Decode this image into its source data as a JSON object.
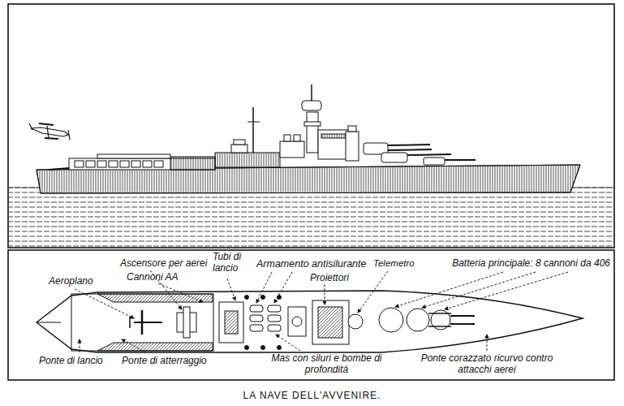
{
  "diagram": {
    "caption": "LA NAVE DELL'AVVENIRE.",
    "labels": [
      "Ascensore per aerei",
      "Tubi di lancio",
      "Armamento antisilurante",
      "Telemetro",
      "Batteria principale: 8 cannoni da 406",
      "Aeroplano",
      "Cannoni AA",
      "Proiettori",
      "Ponte di lancio",
      "Ponte di atterraggio",
      "Mas con siluri e bombe di profondità",
      "Ponte corazzato ricurvo contro attacchi aerei"
    ]
  }
}
